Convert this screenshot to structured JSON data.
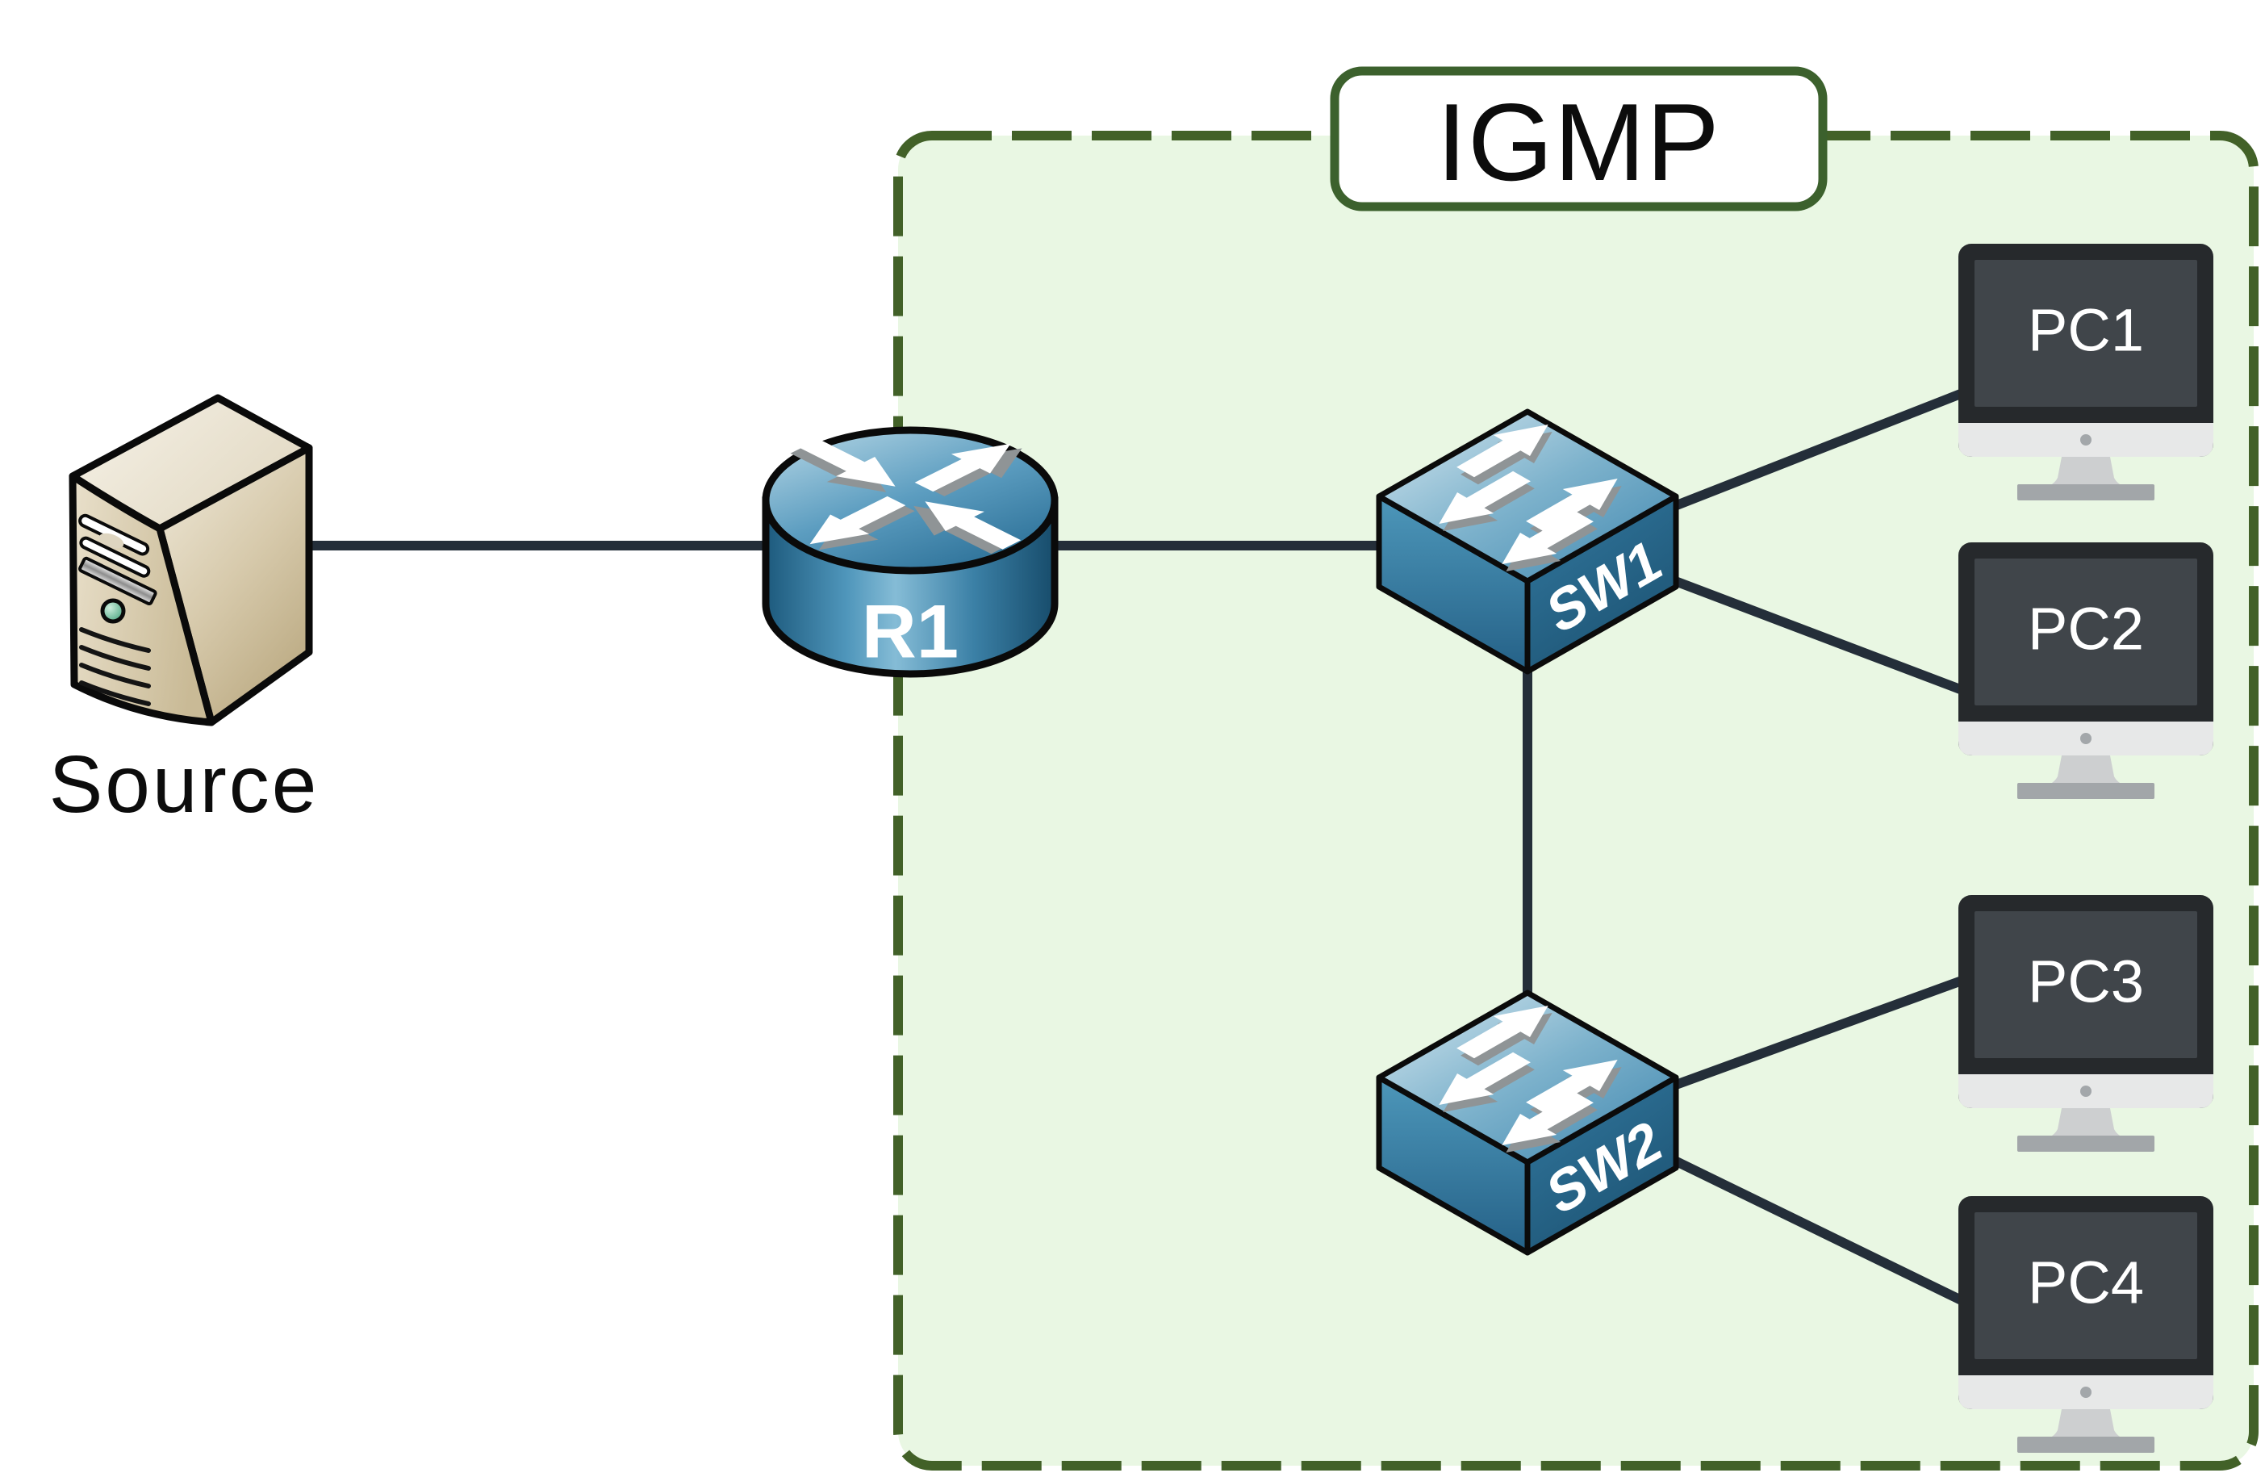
{
  "badge": {
    "label": "IGMP"
  },
  "nodes": {
    "source": {
      "label": "Source",
      "type": "server"
    },
    "r1": {
      "label": "R1",
      "type": "router"
    },
    "sw1": {
      "label": "SW1",
      "type": "switch"
    },
    "sw2": {
      "label": "SW2",
      "type": "switch"
    },
    "pc1": {
      "label": "PC1",
      "type": "pc"
    },
    "pc2": {
      "label": "PC2",
      "type": "pc"
    },
    "pc3": {
      "label": "PC3",
      "type": "pc"
    },
    "pc4": {
      "label": "PC4",
      "type": "pc"
    }
  },
  "links": [
    {
      "from": "Source",
      "to": "R1"
    },
    {
      "from": "R1",
      "to": "SW1"
    },
    {
      "from": "SW1",
      "to": "SW2"
    },
    {
      "from": "SW1",
      "to": "PC1"
    },
    {
      "from": "SW1",
      "to": "PC2"
    },
    {
      "from": "SW2",
      "to": "PC3"
    },
    {
      "from": "SW2",
      "to": "PC4"
    }
  ],
  "colors": {
    "igmp_region_fill": "#e9f7e3",
    "igmp_region_border": "#426128",
    "badge_border": "#3c612d",
    "link": "#242e39",
    "device_blue": "#3d85ad",
    "server_beige": "#d9cdae",
    "pc_bezel": "#26292c",
    "label_text": "#0c0c0c"
  }
}
